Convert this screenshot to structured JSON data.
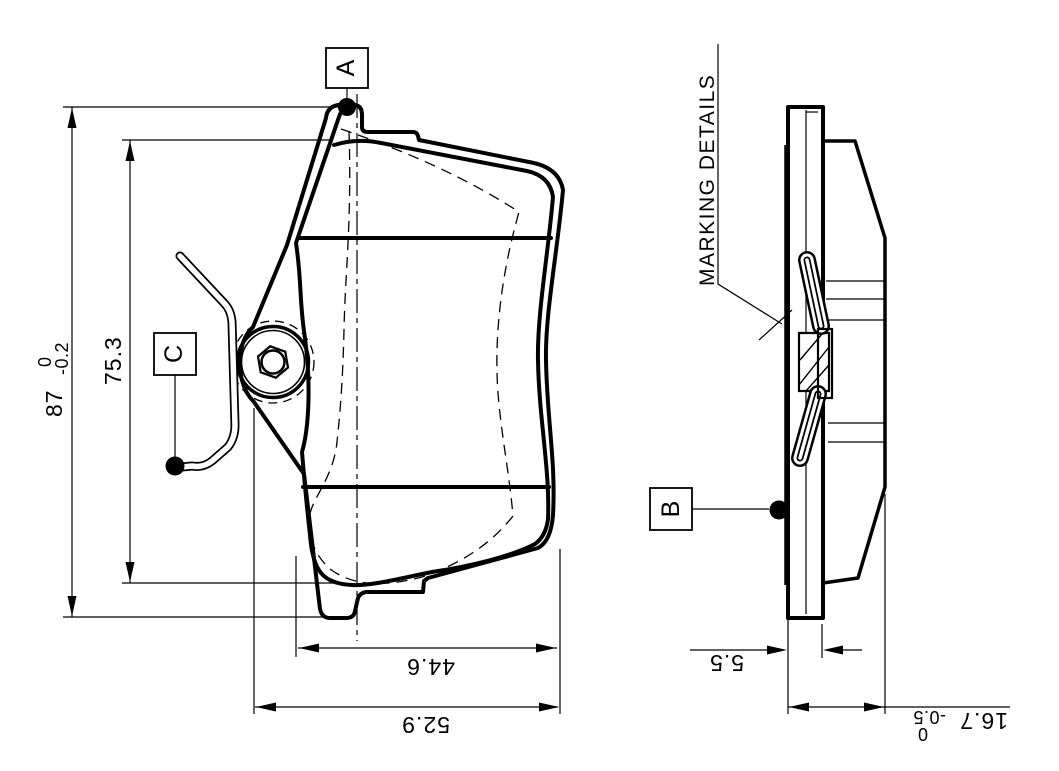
{
  "drawing": {
    "datum_labels": {
      "a": "A",
      "b": "B",
      "c": "C"
    },
    "annotations": {
      "marking_details": "MARKING DETAILS"
    },
    "dimensions": {
      "total_height": {
        "value": "87",
        "tol_upper": "0",
        "tol_lower": "-0.2"
      },
      "pad_height": {
        "value": "75.3"
      },
      "pad_width": {
        "value": "44.6"
      },
      "total_width": {
        "value": "52.9"
      },
      "backplate_thickness": {
        "value": "5.5"
      },
      "total_thickness": {
        "value": "16.7",
        "tol_upper": "0",
        "tol_lower": "-0.5"
      }
    },
    "colors": {
      "line": "#000000",
      "background": "#ffffff"
    }
  }
}
